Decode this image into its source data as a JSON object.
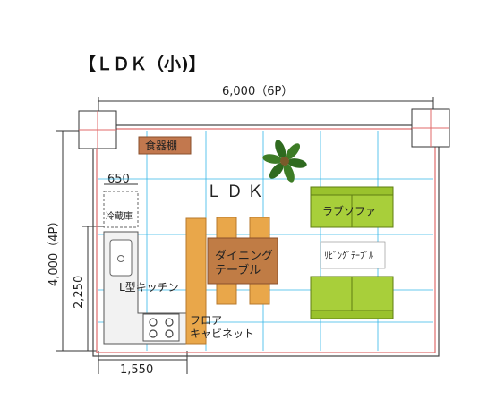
{
  "title": "【ＬＤＫ（小)】",
  "dimensions": {
    "width_total": "6,000（6P）",
    "height_total": "4,000（4P）",
    "height_kitchen": "2,250",
    "width_fridge": "650",
    "width_kitchen": "1,550"
  },
  "rooms": {
    "ldk_label": "ＬＤＫ"
  },
  "furniture": {
    "cupboard": "食器棚",
    "fridge": "冷蔵庫",
    "l_kitchen": "L型キッチン",
    "dining_table_line1": "ダイニング",
    "dining_table_line2": "テーブル",
    "sofa": "ラブソファ",
    "living_table": "ﾘﾋﾞﾝｸﾞﾃｰﾌﾞﾙ",
    "floor_cabinet_line1": "フロア",
    "floor_cabinet_line2": "キャビネット"
  },
  "colors": {
    "grid": "#35b7e8",
    "wall_red": "#e06a6a",
    "furniture_brown": "#c9774a",
    "dining_fill": "#c07c45",
    "chair_orange": "#e9a74a",
    "sofa_green": "#a8cf3a",
    "cupboard": "#c2784e"
  }
}
